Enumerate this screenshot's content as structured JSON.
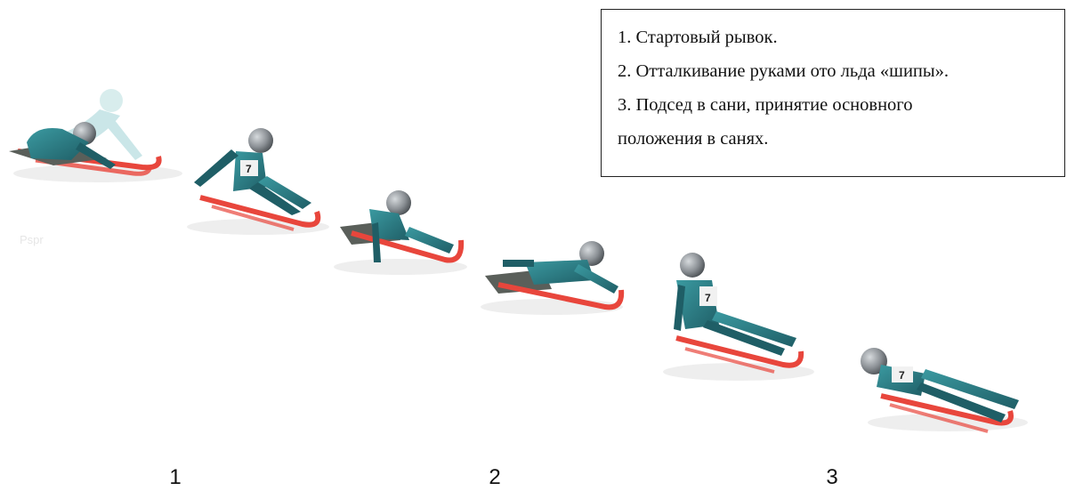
{
  "legend": {
    "items": [
      "1. Стартовый рывок.",
      "2. Отталкивание руками ото льда «шипы».",
      "3. Подсед в сани, принятие основного",
      "положения в санях."
    ]
  },
  "phases": [
    "1",
    "2",
    "3"
  ],
  "faint_label": "Pspr",
  "colors": {
    "sled": "#e8463c",
    "suit": "#2f7f86",
    "suit_dark": "#1f5e66",
    "helmet": "#8a8f94",
    "skin_white": "#f1f1f1",
    "ghost": "#9fd3d6"
  },
  "figures": [
    {
      "name": "athlete-start-ghost",
      "bib": ""
    },
    {
      "name": "athlete-1",
      "bib": "7"
    },
    {
      "name": "athlete-2",
      "bib": ""
    },
    {
      "name": "athlete-3",
      "bib": ""
    },
    {
      "name": "athlete-4",
      "bib": "7"
    },
    {
      "name": "athlete-5",
      "bib": "7"
    }
  ]
}
